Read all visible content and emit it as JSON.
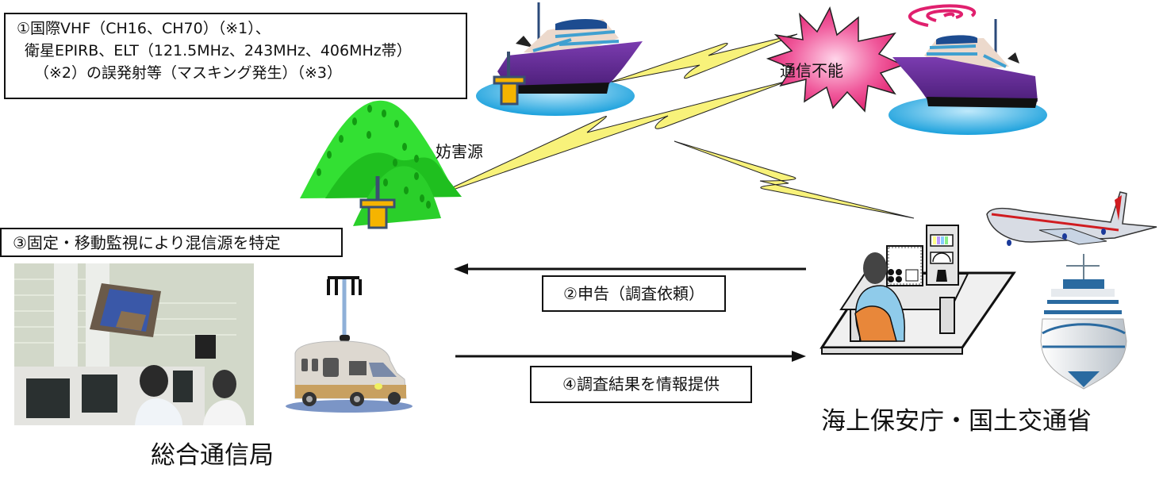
{
  "diagram": {
    "type": "process-flow",
    "description": "Radio interference investigation flow between Comprehensive Telecommunications Bureau and Japan Coast Guard / MLIT"
  },
  "notes": {
    "step1": {
      "line1": "①国際VHF（CH16、CH70）（※1）、",
      "line2": "衛星EPIRB、ELT（121.5MHz、243MHz、406MHz帯）",
      "line3": "（※2）の誤発射等（マスキング発生）（※3）"
    },
    "step2": "②申告（調査依頼）",
    "step3": "③固定・移動監視により混信源を特定",
    "step4": "④調査結果を情報提供"
  },
  "labels": {
    "interference_source": "妨害源",
    "communication_failure": "通信不能",
    "bureau": "総合通信局",
    "coast_guard": "海上保安庁・国土交通省"
  },
  "arrows": [
    {
      "id": "report",
      "direction": "left",
      "from": "coast_guard",
      "to": "bureau",
      "label_ref": "notes.step2"
    },
    {
      "id": "result",
      "direction": "right",
      "from": "bureau",
      "to": "coast_guard",
      "label_ref": "notes.step4"
    }
  ],
  "icons": {
    "ship_transmitter": "cruise-ship-icon",
    "ship_distress": "cruise-ship-icon",
    "mountain_source": "mountain-icon",
    "antenna": "antenna-icon",
    "monitoring_van": "monitoring-van-icon",
    "operator_desk": "radio-operator-icon",
    "airplane": "airplane-icon",
    "ship_front": "ship-front-icon",
    "control_room": "control-room-photo",
    "burst": "explosion-burst-icon",
    "signal_waves": "signal-waves-icon",
    "lightning": "lightning-bolt-icon"
  },
  "colors": {
    "lightning_fill": "#f8f27a",
    "burst_fill": "#ee3f86",
    "ship_hull": "#6a2c96",
    "water": "#2aa8e0",
    "mountain": "#26d626",
    "antenna_base": "#f5b400",
    "antenna_outline": "#3a5070",
    "signal_waves": "#e0206e"
  }
}
